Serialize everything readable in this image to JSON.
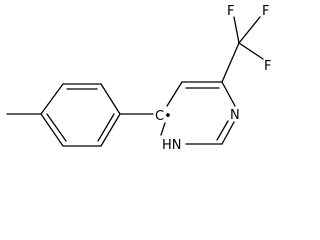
{
  "molecule": {
    "atom_labels": {
      "fluorine_top_left": "F",
      "fluorine_top_right": "F",
      "fluorine_right": "F",
      "ring_nitrogen": "N",
      "ring_nh": "HN",
      "radical_carbon": "C•"
    },
    "substituents": [
      "methyl",
      "trifluoromethyl"
    ],
    "colors": {
      "bond": "#000000",
      "text": "#000000",
      "background": "#ffffff"
    }
  }
}
